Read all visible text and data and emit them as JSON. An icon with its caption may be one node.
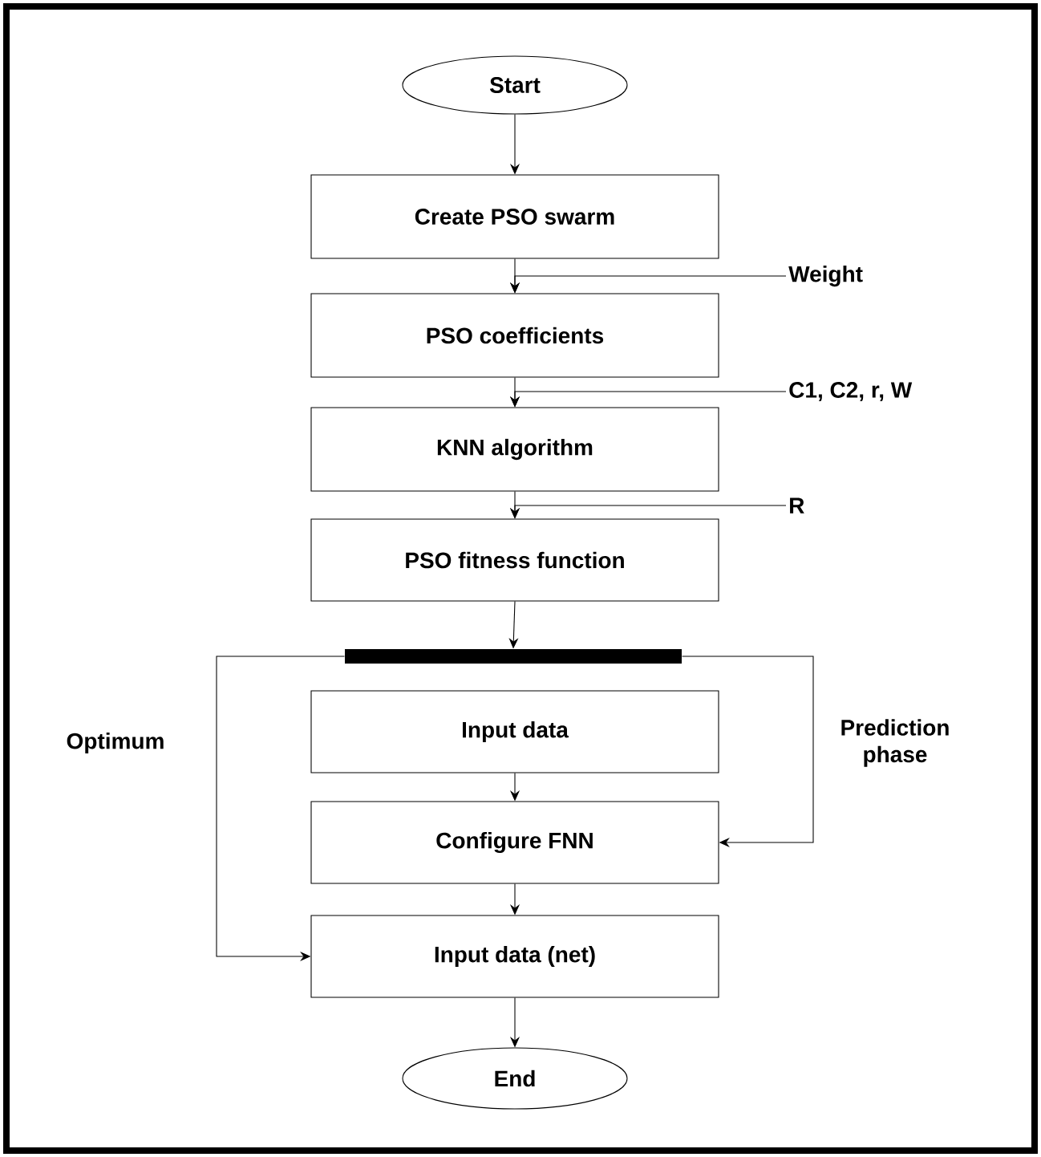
{
  "diagram": {
    "nodes": [
      {
        "text": [
          "Start"
        ]
      },
      {
        "text": [
          "Create  PSO swarm"
        ]
      },
      {
        "text": [
          "PSO coefficients"
        ]
      },
      {
        "text": [
          "KNN algorithm"
        ]
      },
      {
        "text": [
          "PSO fitness function"
        ]
      },
      {
        "text": [],
        "shape": "bar"
      },
      {
        "text": [
          "Input data"
        ]
      },
      {
        "text": [
          "Configure FNN"
        ]
      },
      {
        "text": [
          "Input data (net)"
        ]
      },
      {
        "text": [
          "End"
        ]
      },
      {
        "text": [
          "Weight"
        ]
      },
      {
        "text": [
          "C1, C2, r, W"
        ]
      },
      {
        "text": [
          "R"
        ]
      }
    ],
    "edges": [
      {
        "from": 0,
        "to": 1,
        "arrow": "to"
      },
      {
        "from": 1,
        "to": 2,
        "arrow": "to"
      },
      {
        "from": 2,
        "to": 3,
        "arrow": "to"
      },
      {
        "from": 3,
        "to": 4,
        "arrow": "to"
      },
      {
        "from": 4,
        "to": 5,
        "arrow": "to"
      },
      {
        "from": 5,
        "to": 8,
        "arrow": "to",
        "label": "Optimum"
      },
      {
        "from": 5,
        "to": 7,
        "arrow": "to",
        "label": "Prediction phase"
      },
      {
        "from": 6,
        "to": 7,
        "arrow": "to"
      },
      {
        "from": 7,
        "to": 8,
        "arrow": "to"
      },
      {
        "from": 8,
        "to": 9,
        "arrow": "to"
      },
      {
        "from": 10,
        "to": 2,
        "arrow": "to"
      },
      {
        "from": 11,
        "to": 3,
        "arrow": "to"
      },
      {
        "from": 12,
        "to": 4,
        "arrow": "to"
      }
    ]
  }
}
